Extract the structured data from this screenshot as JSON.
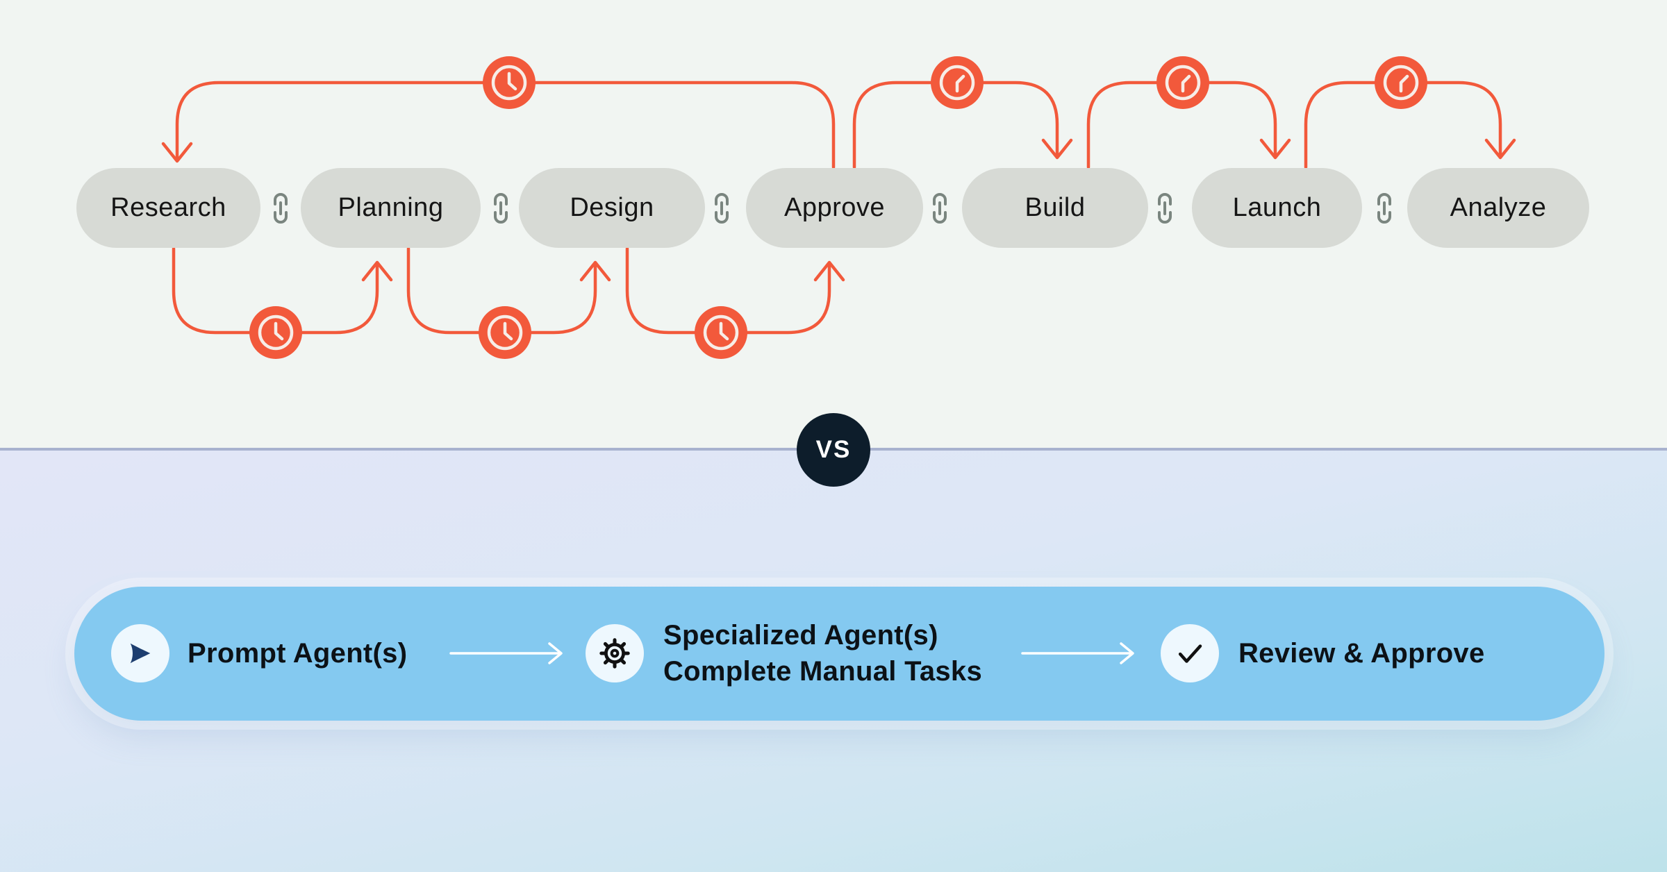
{
  "top_flow": {
    "stages": [
      "Research",
      "Planning",
      "Design",
      "Approve",
      "Build",
      "Launch",
      "Analyze"
    ],
    "stage_connector_icon": "link-icon",
    "loop_icon": "clock-icon",
    "loop_color": "#f2593b",
    "pill_color": "#d7dad5"
  },
  "comparison": {
    "vs_label": "VS"
  },
  "bottom_flow": {
    "banner_color": "#84c9f0",
    "steps": [
      {
        "icon": "send-icon",
        "lines": [
          "Prompt Agent(s)"
        ]
      },
      {
        "icon": "gear-icon",
        "lines": [
          "Specialized Agent(s)",
          "Complete Manual Tasks"
        ]
      },
      {
        "icon": "check-icon",
        "lines": [
          "Review & Approve"
        ]
      }
    ],
    "arrow_color": "#ffffff",
    "icon_navy": "#1d3e6f"
  },
  "colors": {
    "top_background": "#f1f5f2",
    "bottom_gradient_start": "#e2e6f7",
    "bottom_gradient_end": "#bde2ea",
    "divider": "#a8b2cf",
    "vs_badge": "#0d1d2b",
    "accent_orange": "#f2593b"
  }
}
